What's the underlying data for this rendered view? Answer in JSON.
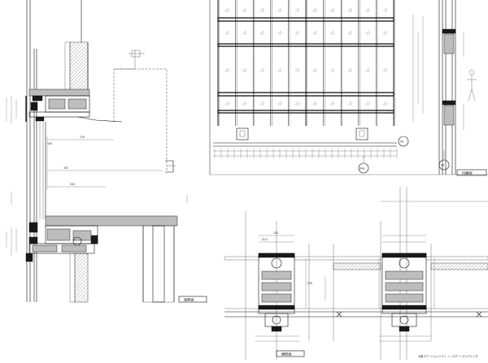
{
  "section_labels": {
    "vertical_section": "縦断面",
    "interior_elevation": "内観図",
    "horizontal_section": "横断面"
  },
  "project_title": "大阪ステーションシティ ノースゲートビルディング",
  "grid_markers": [
    "X4",
    "X4a",
    "X4"
  ],
  "dimension_text": {
    "d_150": "150",
    "d_170": "170",
    "d_330": "330",
    "d_200": "200",
    "d_120": "120",
    "d_52": "52.5",
    "d_570": "570"
  }
}
